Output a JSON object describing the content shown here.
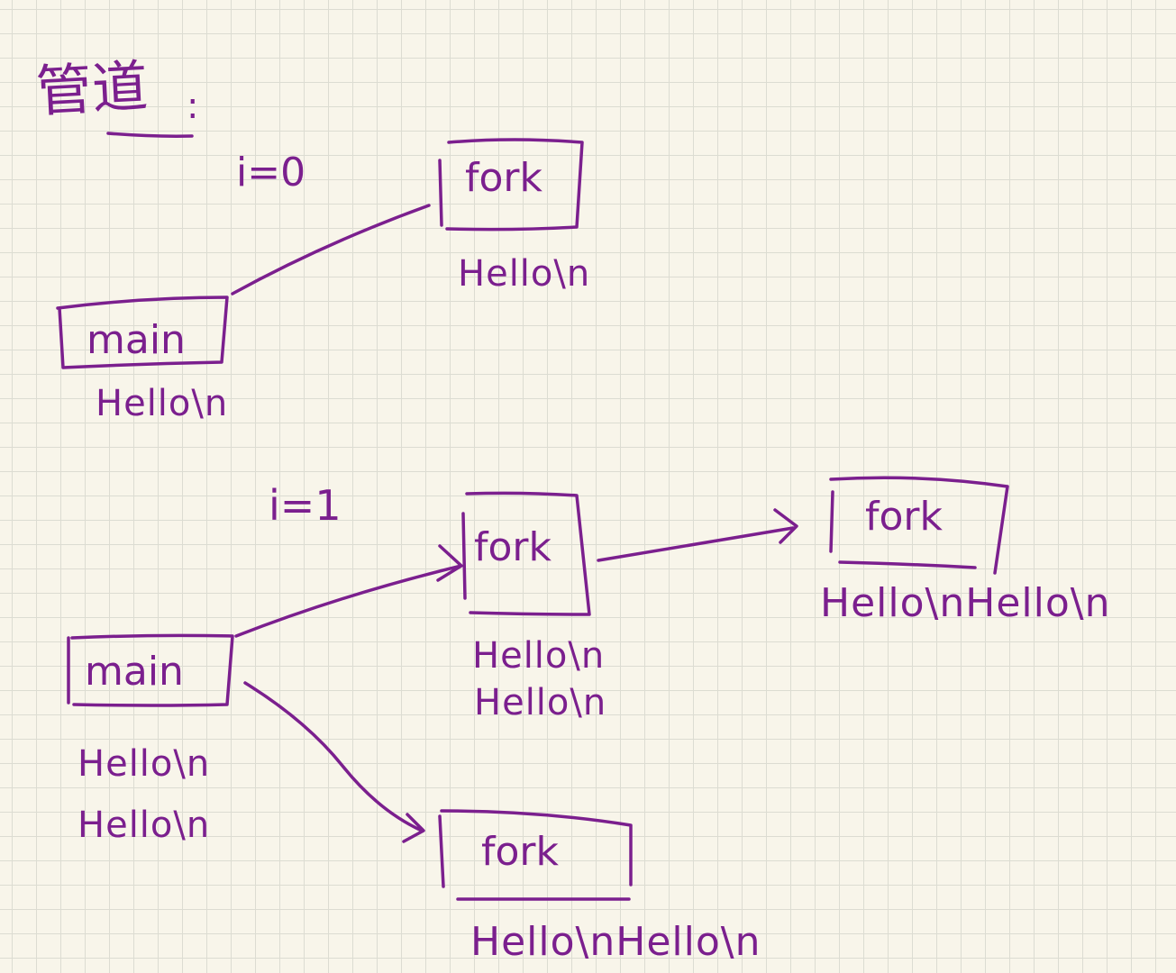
{
  "title": "管道",
  "title_colon": ":",
  "iterations": [
    {
      "label": "i=0",
      "nodes": {
        "main": {
          "label": "main",
          "output": [
            "Hello\\n"
          ]
        },
        "fork_a": {
          "label": "fork",
          "output": [
            "Hello\\n"
          ]
        }
      }
    },
    {
      "label": "i=1",
      "nodes": {
        "main": {
          "label": "main",
          "output": [
            "Hello\\n",
            "Hello\\n"
          ]
        },
        "fork_a": {
          "label": "fork",
          "output": [
            "Hello\\n",
            "Hello\\n"
          ]
        },
        "fork_b": {
          "label": "fork",
          "output": [
            "Hello\\nHello\\n"
          ]
        },
        "fork_c": {
          "label": "fork",
          "output": [
            "Hello\\nHello\\n"
          ]
        }
      }
    }
  ],
  "colors": {
    "ink": "#7b1f8e",
    "paper": "#f8f5ea",
    "grid": "#dcdcd2"
  }
}
